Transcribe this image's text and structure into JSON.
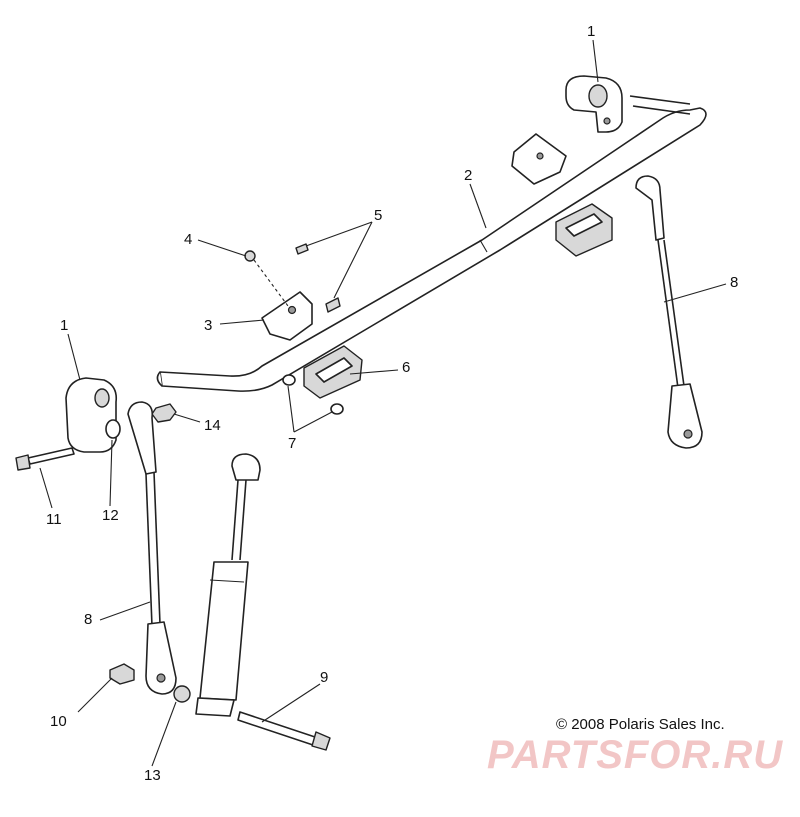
{
  "callouts": {
    "c1_top": "1",
    "c1_left": "1",
    "c2": "2",
    "c3": "3",
    "c4": "4",
    "c5": "5",
    "c6": "6",
    "c7": "7",
    "c8_right": "8",
    "c8_left": "8",
    "c9": "9",
    "c10": "10",
    "c11": "11",
    "c12": "12",
    "c13": "13",
    "c14": "14"
  },
  "copyright": "© 2008 Polaris Sales Inc.",
  "watermark": {
    "subtitle": "ЗАПЧАСТИ И АКСЕССУАРЫ ДЛЯ МОТОТЕХНИКИ",
    "brand": "PARTSFOR.RU"
  },
  "colors": {
    "line": "#222222",
    "watermark": "#f2c6c6"
  }
}
